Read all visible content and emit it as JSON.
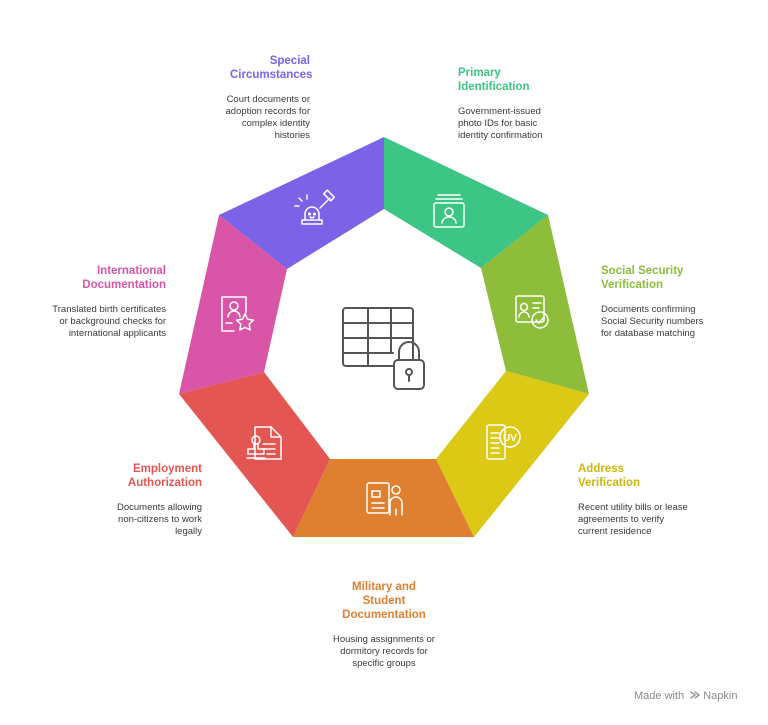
{
  "colors": {
    "special": "#7B62E6",
    "primary": "#3CC585",
    "social": "#8DBD3B",
    "address": "#DCC915",
    "military": "#DE8030",
    "employment": "#E35651",
    "international": "#D955A8",
    "icon_stroke": "#ffffff",
    "center_icon": "#555555",
    "desc_text": "#3a3a3a",
    "brand_text": "#8a8a8a"
  },
  "segments": [
    {
      "key": "special",
      "title": "Special Circumstances",
      "description": "Court documents or adoption records for complex identity histories",
      "icon": "gavel-icon"
    },
    {
      "key": "primary",
      "title": "Primary Identification",
      "description": "Government-issued photo IDs for basic identity confirmation",
      "icon": "id-card-icon"
    },
    {
      "key": "social",
      "title": "Social Security Verification",
      "description": "Documents confirming Social Security numbers for database matching",
      "icon": "verified-id-icon"
    },
    {
      "key": "address",
      "title": "Address Verification",
      "description": "Recent utility bills or lease agreements to verify current residence",
      "icon": "utility-bill-icon",
      "icon_text": "UV"
    },
    {
      "key": "military",
      "title": "Military and Student Documentation",
      "description": "Housing assignments or dormitory records for specific groups",
      "icon": "student-document-icon"
    },
    {
      "key": "employment",
      "title": "Employment Authorization",
      "description": "Documents allowing non-citizens to work legally",
      "icon": "stamp-document-icon"
    },
    {
      "key": "international",
      "title": "International Documentation",
      "description": "Translated birth certificates or background checks for international applicants",
      "icon": "certificate-star-icon"
    }
  ],
  "center_icon": "locked-table-icon",
  "footer": {
    "brand_prefix": "Made with",
    "brand_name": "Napkin",
    "logo_icon": "napkin-logo-icon"
  }
}
